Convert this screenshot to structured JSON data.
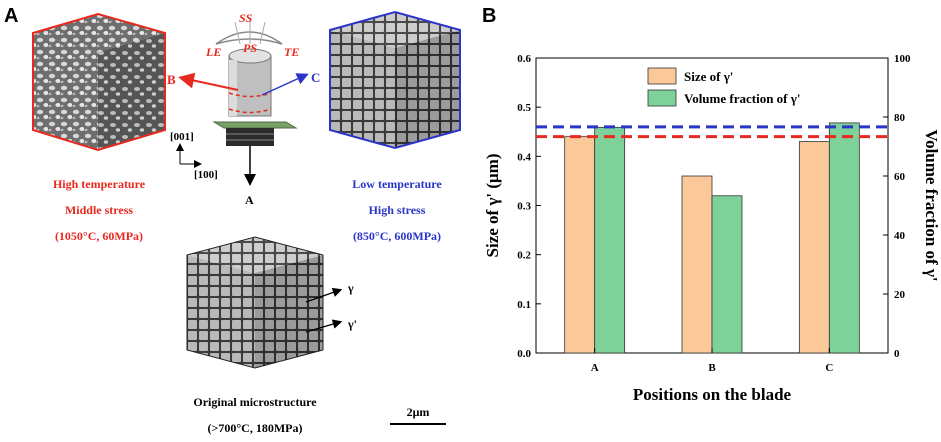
{
  "panel_a": {
    "label": "A",
    "blade_labels": {
      "ss": "SS",
      "le": "LE",
      "ps": "PS",
      "te": "TE"
    },
    "point_b": "B",
    "point_c": "C",
    "point_a": "A",
    "direction_vertical": "[001]",
    "direction_horizontal": "[100]",
    "left_caption": [
      "High temperature",
      "Middle stress",
      "(1050°C, 60MPa)"
    ],
    "right_caption": [
      "Low temperature",
      "High stress",
      "(850°C, 600MPa)"
    ],
    "bottom_caption": [
      "Original microstructure",
      "(>700°C, 180MPa)"
    ],
    "phase_gamma": "γ",
    "phase_gamma_prime": "γ'",
    "scale_bar": "2μm",
    "colors": {
      "red": "#e8291f",
      "blue": "#2a35c8",
      "cube_grey": "#8c8c8c"
    }
  },
  "panel_b": {
    "label": "B"
  },
  "chart_data": {
    "type": "bar",
    "categories": [
      "A",
      "B",
      "C"
    ],
    "series": [
      {
        "name": "Size of γ'",
        "axis": "left",
        "color": "#fbc89a",
        "values": [
          0.44,
          0.36,
          0.43
        ]
      },
      {
        "name": "Volume fraction of γ'",
        "axis": "right",
        "color": "#7fd19a",
        "values": [
          76.5,
          53.3,
          78.0
        ]
      }
    ],
    "xlabel": "Positions on the blade",
    "ylabel": "Size of γ' (μm)",
    "y2label": "Volume fraction of γ'",
    "ylim": [
      0,
      0.6
    ],
    "y2lim": [
      0,
      100
    ],
    "yticks": [
      "0.0",
      "0.1",
      "0.2",
      "0.3",
      "0.4",
      "0.5",
      "0.6"
    ],
    "y2ticks": [
      "0",
      "20",
      "40",
      "60",
      "80",
      "100"
    ],
    "reference_lines": [
      {
        "color": "#e8291f",
        "style": "dashed",
        "value": 0.44
      },
      {
        "color": "#2a35c8",
        "style": "dashed",
        "value": 0.46
      }
    ],
    "legend_position": "top-center",
    "grid": false
  }
}
